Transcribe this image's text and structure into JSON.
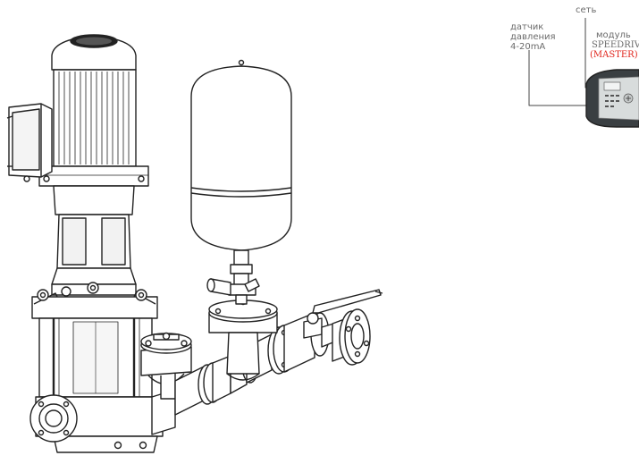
{
  "labels": {
    "sensor_line1": "датчик",
    "sensor_line2": "давления",
    "sensor_line3": "4-20mA",
    "network": "сеть",
    "module_line1": "модуль",
    "module_line2": "SPEEDRIVE",
    "module_line3": "(MASTER)"
  },
  "colors": {
    "line": "#222222",
    "label_text": "#6b6b6b",
    "accent_red": "#e0241b",
    "module_body": "#3a3f42",
    "module_face": "#d8dcdc"
  }
}
